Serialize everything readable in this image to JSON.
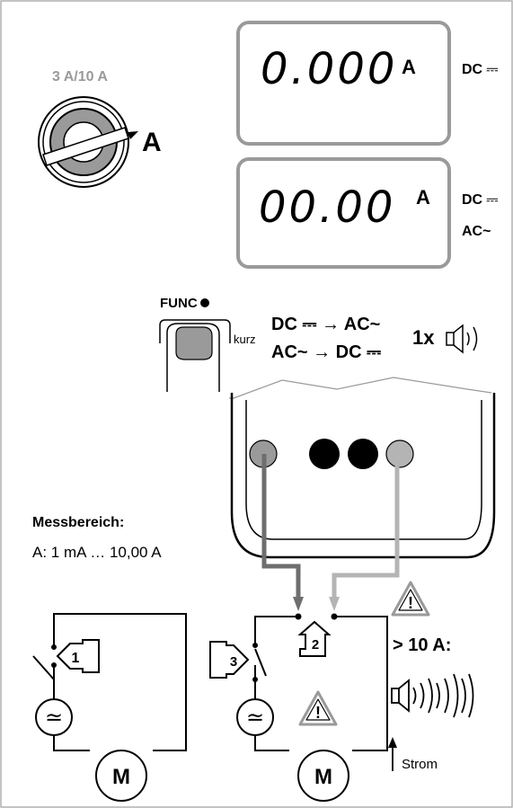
{
  "rotary_switch": {
    "range_label": "3 A/10 A",
    "position_label": "A"
  },
  "display_top": {
    "value": "0.000",
    "unit": "A",
    "mode": "DC ⎓"
  },
  "display_bottom": {
    "value": "00.00",
    "unit": "A",
    "mode_dc": "DC ⎓",
    "mode_ac": "AC~"
  },
  "func_key": {
    "label": "FUNC",
    "press_note": "kurz"
  },
  "toggle": {
    "line1": "DC ⎓ → AC~",
    "line2": "AC~ → DC ⎓",
    "count": "1x"
  },
  "measuring_range": {
    "title": "Messbereich:",
    "value": "A: 1 mA … 10,00 A"
  },
  "circuit": {
    "warning_threshold": "> 10 A:",
    "current_label": "Strom",
    "motor_left": "M",
    "motor_right": "M",
    "step1": "1",
    "step2": "2",
    "step3": "3",
    "warning_mark": "!",
    "source_symbol": "≃"
  },
  "colors": {
    "frame_grey": "#9a9a9a",
    "lead_dark": "#6e6e6e",
    "lead_light": "#b4b4b4",
    "jack_black": "#000000"
  }
}
